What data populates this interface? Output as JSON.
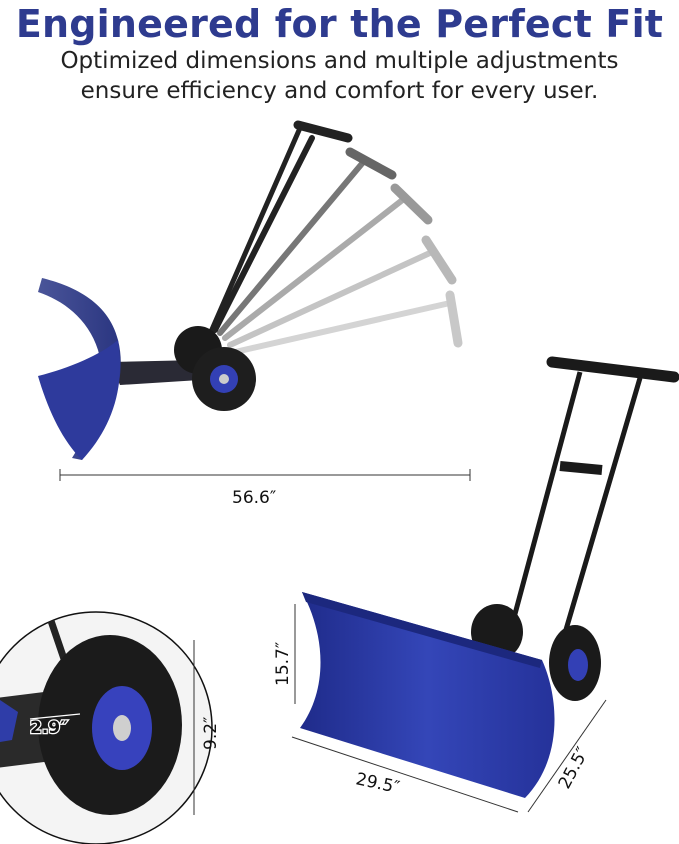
{
  "title": "Engineered for the Perfect Fit",
  "subtitle_line1": "Optimized dimensions and multiple adjustments",
  "subtitle_line2": "ensure efficiency and comfort for every user.",
  "dimensions": {
    "length": "56.6″",
    "blade_height": "15.7″",
    "blade_width": "29.5″",
    "depth": "25.5″",
    "wheel_diameter": "9.2″",
    "wheel_width": "2.9″"
  },
  "colors": {
    "brand": "#2e3b8f",
    "blade": "#2f3da8",
    "frame": "#1a1a1a"
  },
  "icons": [
    "snow-shovel-side-view",
    "snow-shovel-front-view",
    "wheel-closeup"
  ]
}
